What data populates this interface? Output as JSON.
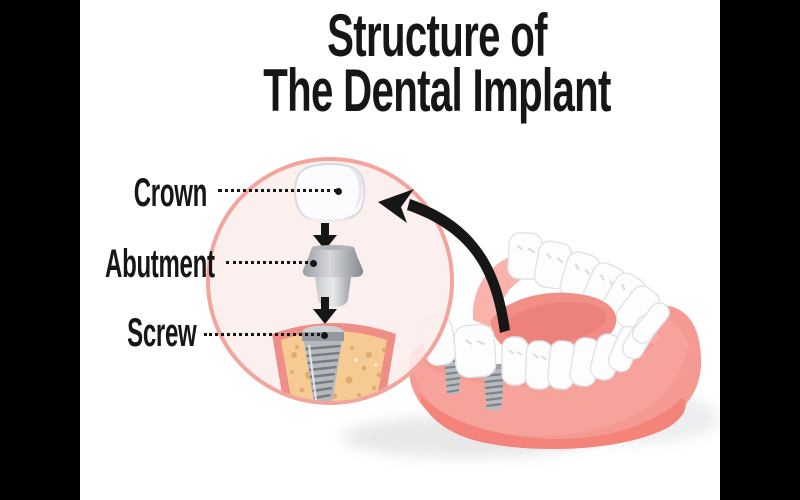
{
  "title": {
    "line1": "Structure of",
    "line2": "The Dental Implant"
  },
  "diagram": {
    "labels": [
      {
        "id": "crown",
        "text": "Crown"
      },
      {
        "id": "abutment",
        "text": "Abutment"
      },
      {
        "id": "screw",
        "text": "Screw"
      }
    ],
    "inset": {
      "parts_top_to_bottom": [
        "crown",
        "abutment",
        "screw-in-bone"
      ],
      "flow_arrows": 2
    },
    "jaw": {
      "type": "lower-jaw-with-two-implants",
      "implant_count": 2
    }
  },
  "colors": {
    "letterbox": "#000000",
    "background": "#ffffff",
    "ink": "#161616",
    "circle_border": "#f3a49c",
    "circle_fill": "#fceeec",
    "gum_main": "#f49a92",
    "gum_light": "#f9b3ab",
    "gum_dark": "#ed776e",
    "gum_bottom": "#f4837a",
    "bone_fill": "#f6cb93",
    "bone_speckle": "#d8a25e",
    "tooth": "#fdfdfe",
    "tooth_outline": "#dfe2e8",
    "metal_light": "#d6d8db",
    "metal_mid": "#b5b9be",
    "metal_dark": "#7e838a"
  }
}
